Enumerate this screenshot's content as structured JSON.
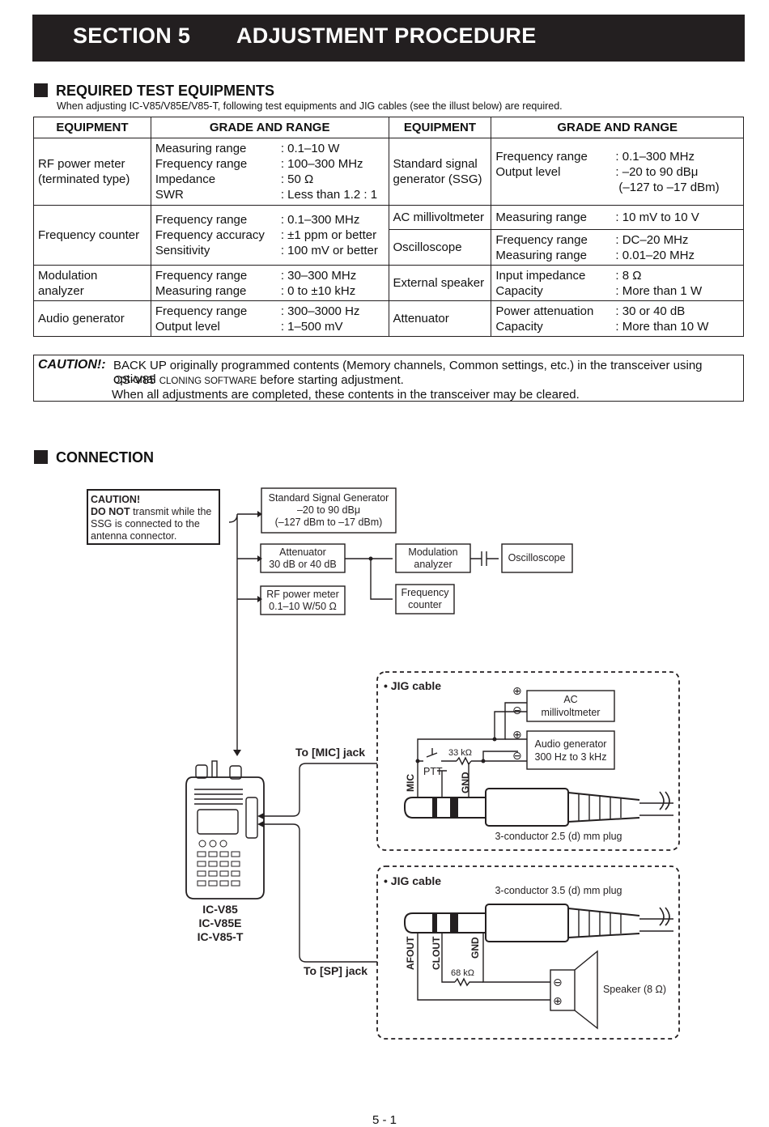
{
  "header": {
    "section": "SECTION 5",
    "title": "ADJUSTMENT PROCEDURE"
  },
  "required": {
    "heading": "REQUIRED TEST EQUIPMENTS",
    "intro": "When adjusting IC-V85/V85E/V85-T, following test equipments and JIG cables (see the illust below) are required.",
    "col_equipment": "EQUIPMENT",
    "col_grade": "GRADE AND RANGE",
    "rf": {
      "name1": "RF power meter",
      "name2": "(terminated type)",
      "r1": "Measuring range",
      "v1": ": 0.1–10 W",
      "r2": "Frequency range",
      "v2": ": 100–300 MHz",
      "r3": "Impedance",
      "v3": ": 50 Ω",
      "r4": "SWR",
      "v4": ": Less than 1.2 : 1"
    },
    "ssg": {
      "name1": "Standard signal",
      "name2": "generator (SSG)",
      "r1": "Frequency range",
      "v1": ": 0.1–300 MHz",
      "r2": "Output level",
      "v2": ": –20 to 90 dBμ",
      "v3": "(–127 to –17 dBm)"
    },
    "fc": {
      "name": "Frequency counter",
      "r1": "Frequency range",
      "v1": ": 0.1–300 MHz",
      "r2": "Frequency accuracy",
      "v2": ": ±1 ppm or better",
      "r3": "Sensitivity",
      "v3": ": 100 mV or better"
    },
    "acm": {
      "name": "AC millivoltmeter",
      "r1": "Measuring range",
      "v1": ": 10 mV to 10 V"
    },
    "osc": {
      "name": "Oscilloscope",
      "r1": "Frequency range",
      "v1": ": DC–20 MHz",
      "r2": "Measuring range",
      "v2": ": 0.01–20 MHz"
    },
    "mod": {
      "name": "Modulation analyzer",
      "r1": "Frequency range",
      "v1": ": 30–300 MHz",
      "r2": "Measuring range",
      "v2": ": 0 to ±10 kHz"
    },
    "spk": {
      "name": "External speaker",
      "r1": "Input impedance",
      "v1": ": 8 Ω",
      "r2": "Capacity",
      "v2": ": More than 1 W"
    },
    "aud": {
      "name": "Audio generator",
      "r1": "Frequency range",
      "v1": ": 300–3000 Hz",
      "r2": "Output level",
      "v2": ": 1–500 mV"
    },
    "att": {
      "name": "Attenuator",
      "r1": "Power attenuation",
      "v1": ": 30 or 40 dB",
      "r2": "Capacity",
      "v2": ": More than 10 W"
    }
  },
  "caution": {
    "label": "CAUTION!:",
    "line1": "BACK UP originally programmed contents (Memory channels, Common settings, etc.) in the transceiver using optional",
    "line2a": "CS-V85 ",
    "line2b": "CLONING SOFTWARE",
    "line2c": " before starting adjustment.",
    "line3": "When all adjustments are completed, these contents in the transceiver may be cleared."
  },
  "connection": {
    "heading": "CONNECTION",
    "caution_title": "CAUTION!",
    "caution_bold": "DO NOT",
    "caution_l1": " transmit while the",
    "caution_l2": "SSG is connected to the",
    "caution_l3": "antenna connector.",
    "ssg_l1": "Standard Signal Generator",
    "ssg_l2": "–20 to 90 dBμ",
    "ssg_l3": "(–127 dBm to –17 dBm)",
    "att_l1": "Attenuator",
    "att_l2": "30 dB or 40 dB",
    "rf_l1": "RF power meter",
    "rf_l2": "0.1–10 W/50 Ω",
    "mod_l1": "Modulation",
    "mod_l2": "analyzer",
    "fc_l1": "Frequency",
    "fc_l2": "counter",
    "osc": "Oscilloscope",
    "radio_l1": "IC-V85",
    "radio_l2": "IC-V85E",
    "radio_l3": "IC-V85-T",
    "mic_jack": "To [MIC] jack",
    "sp_jack": "To [SP] jack",
    "jig1": "• JIG cable",
    "acm_l1": "AC",
    "acm_l2": "millivoltmeter",
    "aud_l1": "Audio generator",
    "aud_l2": "300 Hz to 3 kHz",
    "r33": "33 kΩ",
    "ptt": "PTT",
    "mic": "MIC",
    "gnd": "GND",
    "plug25": "3-conductor 2.5 (d) mm plug",
    "jig2": "• JIG cable",
    "plug35": "3-conductor 3.5 (d) mm plug",
    "afout": "AFOUT",
    "clout": "CLOUT",
    "gnd2": "GND",
    "r68": "68 kΩ",
    "speaker": "Speaker (8 Ω)"
  },
  "footer": {
    "page": "5 - 1"
  }
}
